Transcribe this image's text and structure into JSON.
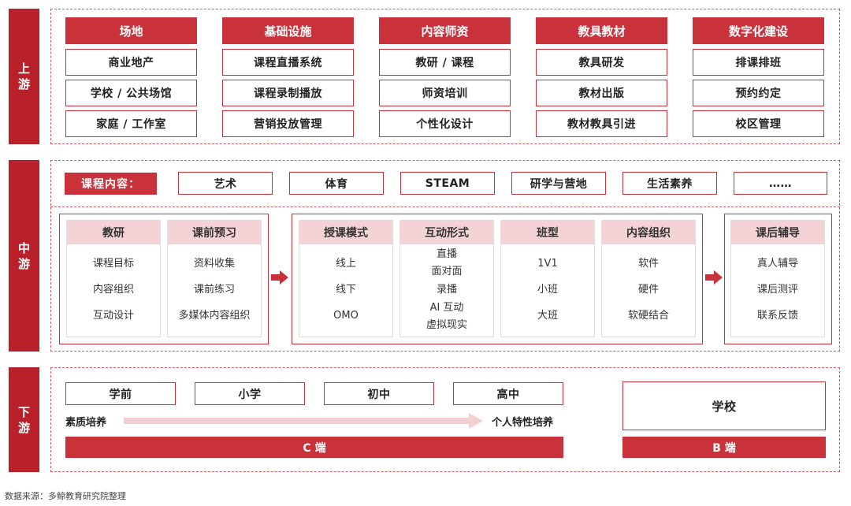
{
  "upstream": {
    "label_chars": [
      "上",
      "游"
    ],
    "columns": [
      {
        "header": "场地",
        "items": [
          "商业地产",
          "学校 / 公共场馆",
          "家庭 / 工作室"
        ]
      },
      {
        "header": "基础设施",
        "items": [
          "课程直播系统",
          "课程录制播放",
          "营销投放管理"
        ]
      },
      {
        "header": "内容师资",
        "items": [
          "教研 / 课程",
          "师资培训",
          "个性化设计"
        ]
      },
      {
        "header": "教具教材",
        "items": [
          "教具研发",
          "教材出版",
          "教材教具引进"
        ]
      },
      {
        "header": "数字化建设",
        "items": [
          "排课排班",
          "预约约定",
          "校区管理"
        ]
      }
    ]
  },
  "midstream": {
    "label_chars": [
      "中",
      "游"
    ],
    "course_content_label": "课程内容：",
    "course_content_items": [
      "艺术",
      "体育",
      "STEAM",
      "研学与营地",
      "生活素养",
      "……"
    ],
    "group1": [
      {
        "header": "教研",
        "items": [
          "课程目标",
          "内容组织",
          "互动设计"
        ]
      },
      {
        "header": "课前预习",
        "items": [
          "资料收集",
          "课前练习",
          "多媒体内容组织"
        ]
      }
    ],
    "group2": [
      {
        "header": "授课模式",
        "items": [
          "线上",
          "线下",
          "OMO"
        ]
      },
      {
        "header": "互动形式",
        "items": [
          "直播",
          "面对面",
          "录播",
          "AI 互动",
          "虚拟现实"
        ]
      },
      {
        "header": "班型",
        "items": [
          "1V1",
          "小班",
          "大班"
        ]
      },
      {
        "header": "内容组织",
        "items": [
          "软件",
          "硬件",
          "软硬结合"
        ]
      }
    ],
    "group3": [
      {
        "header": "课后辅导",
        "items": [
          "真人辅导",
          "课后测评",
          "联系反馈"
        ]
      }
    ]
  },
  "downstream": {
    "label_chars": [
      "下",
      "游"
    ],
    "stages": [
      "学前",
      "小学",
      "初中",
      "高中"
    ],
    "arrow_start": "素质培养",
    "arrow_end": "个人特性培养",
    "c_end": "C 端",
    "school": "学校",
    "b_end": "B 端"
  },
  "source": "数据来源：多鲸教育研究院整理",
  "colors": {
    "accent": "#c9323b",
    "dark": "#b8202a",
    "pink": "#f3d3d6"
  }
}
